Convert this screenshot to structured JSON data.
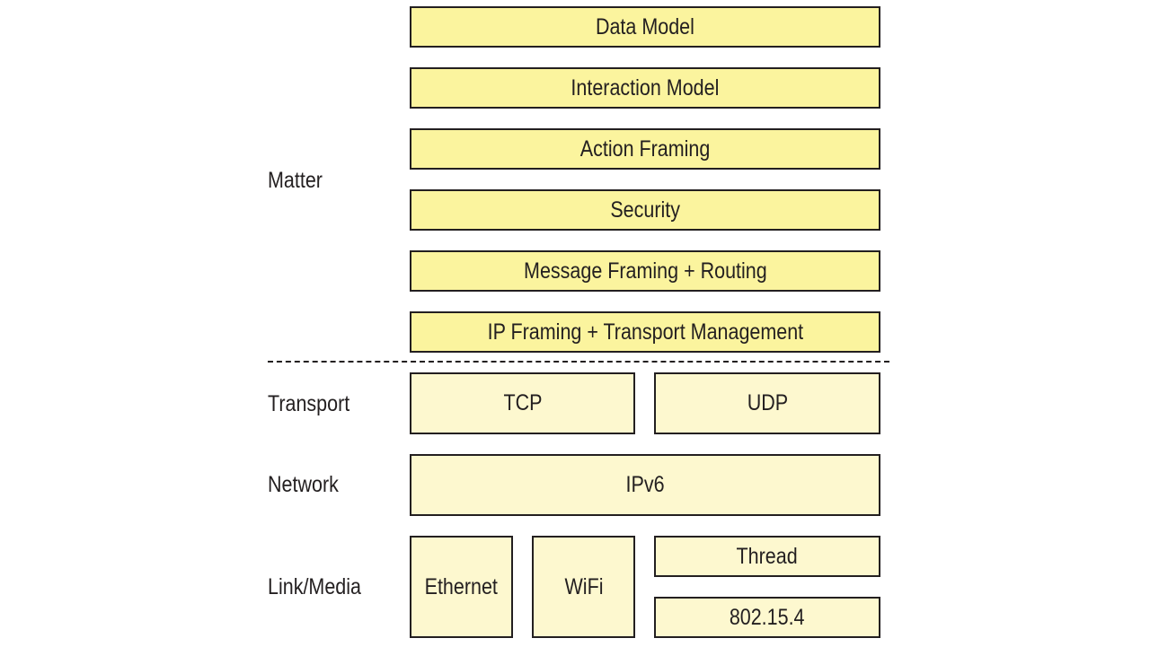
{
  "layers": {
    "matter": {
      "label": "Matter",
      "blocks": [
        "Data Model",
        "Interaction Model",
        "Action Framing",
        "Security",
        "Message Framing + Routing",
        "IP Framing + Transport Management"
      ]
    },
    "transport": {
      "label": "Transport",
      "tcp": "TCP",
      "udp": "UDP"
    },
    "network": {
      "label": "Network",
      "ipv6": "IPv6"
    },
    "link_media": {
      "label": "Link/Media",
      "ethernet": "Ethernet",
      "wifi": "WiFi",
      "thread": "Thread",
      "ieee_802154": "802.15.4"
    }
  },
  "colors": {
    "matter_fill": "#fbf49e",
    "lower_fill": "#fdf8cf",
    "outline": "#231f20"
  }
}
